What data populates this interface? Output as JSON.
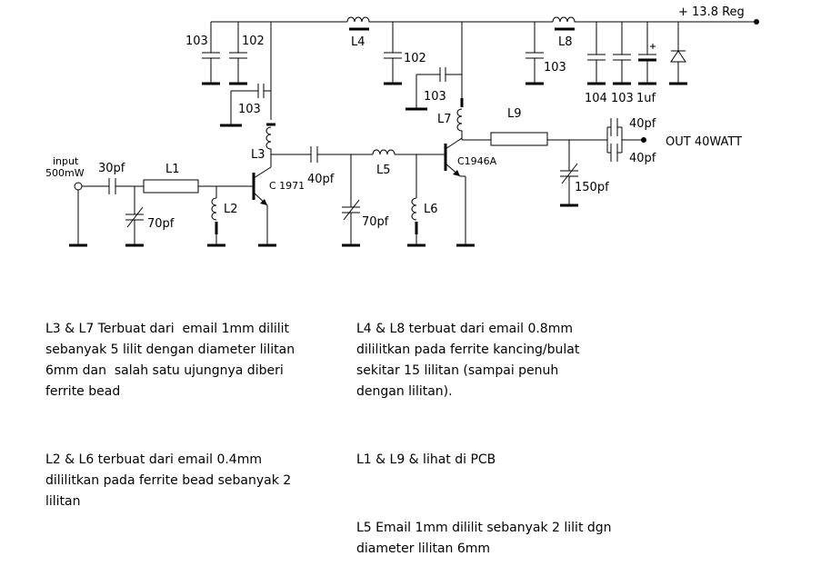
{
  "supply": {
    "label": "+ 13.8 Reg"
  },
  "input": {
    "label_line1": "input",
    "label_line2": "500mW"
  },
  "output": {
    "label": "OUT 40WATT"
  },
  "components": {
    "c_top1": "103",
    "c_top2": "102",
    "c_base1": "103",
    "l4": "L4",
    "c_mid": "102",
    "c_base2": "103",
    "l8": "L8",
    "c_top3": "103",
    "c_104": "104",
    "c_103b": "103",
    "c_1uf": "1uf",
    "c_in": "30pf",
    "l1": "L1",
    "vc1": "70pf",
    "l2": "L2",
    "l3": "L3",
    "q1": "C 1971",
    "c_coup": "40pf",
    "l5": "L5",
    "vc2": "70pf",
    "l6": "L6",
    "l7": "L7",
    "q2": "C1946A",
    "l9": "L9",
    "vc3": "150pf",
    "c_out1": "40pf",
    "c_out2": "40pf"
  },
  "notes": {
    "left": [
      "L3 & L7 Terbuat dari  email 1mm dililit\nsebanyak 5 lilit dengan diameter lilitan\n6mm dan  salah satu ujungnya diberi\nferrite bead",
      "L2 & L6 terbuat dari email 0.4mm\ndililitkan pada ferrite bead sebanyak 2\nlilitan"
    ],
    "right": [
      "L4 & L8 terbuat dari email 0.8mm\ndililitkan pada ferrite kancing/bulat\nsekitar 15 lilitan (sampai penuh\ndengan lilitan).",
      "L1 & L9 & lihat di PCB",
      "L5 Email 1mm dililit sebanyak 2 lilit dgn\ndiameter lilitan 6mm"
    ]
  }
}
